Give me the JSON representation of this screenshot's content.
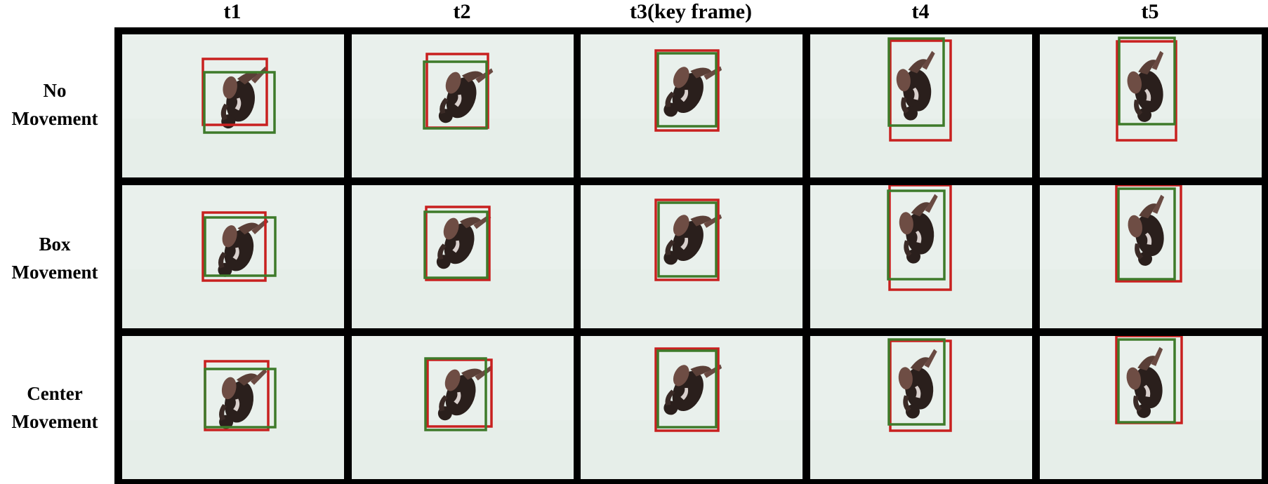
{
  "columns": [
    "t1",
    "t2",
    "t3(key frame)",
    "t4",
    "t5"
  ],
  "rows": [
    {
      "label_line1": "No",
      "label_line2": "Movement"
    },
    {
      "label_line1": "Box",
      "label_line2": "Movement"
    },
    {
      "label_line1": "Center",
      "label_line2": "Movement"
    }
  ],
  "colors": {
    "red_box": "#c8201f",
    "green_box": "#3e7a2a",
    "frame_bg": "#e9f0ec",
    "grid_border": "#000000",
    "diver": "#2a1f1c"
  }
}
